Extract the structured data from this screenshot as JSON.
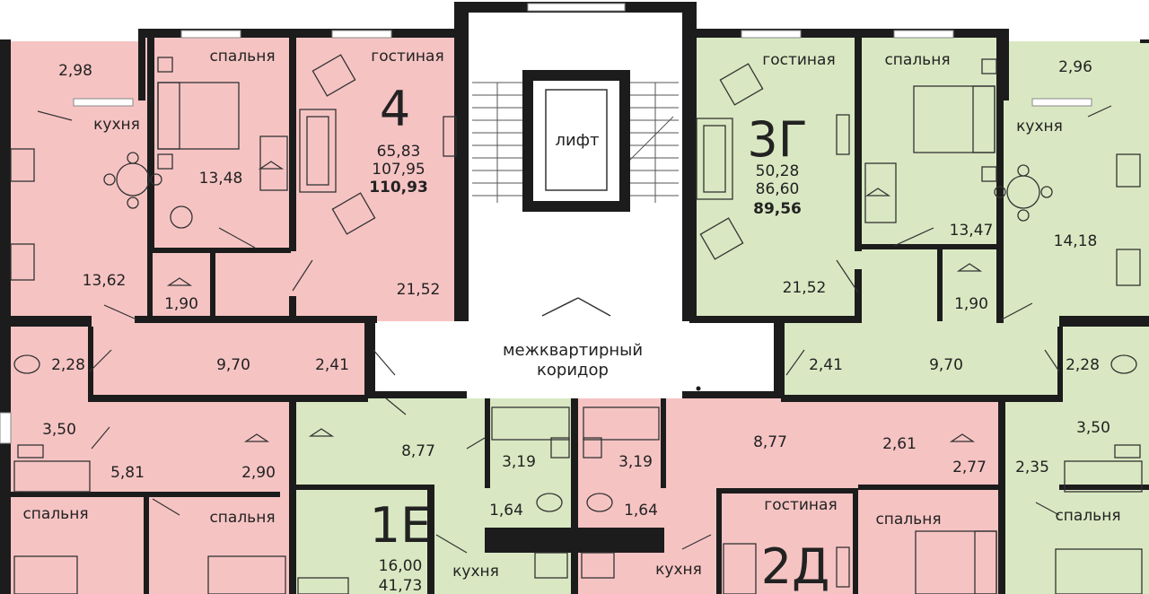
{
  "colors": {
    "apartment_pink": "#f6c3c3",
    "apartment_green": "#d9e8c2",
    "wall": "#1c1c1c",
    "common_area": "#ffffff"
  },
  "common": {
    "elevator": "лифт",
    "corridor_line1": "межквартирный",
    "corridor_line2": "коридор"
  },
  "apartments": {
    "apt_4": {
      "code": "4",
      "living_area": "65,83",
      "area_no_balcony": "107,95",
      "total_area": "110,93"
    },
    "apt_3g": {
      "code": "3Г",
      "living_area": "50,28",
      "area_no_balcony": "86,60",
      "total_area": "89,56"
    },
    "apt_1e": {
      "code": "1Е",
      "living_area": "16,00",
      "area_no_balcony": "41,73"
    },
    "apt_2d": {
      "code": "2Д"
    }
  },
  "rooms": {
    "l_balcony_top": "2,98",
    "l_kitchen_label": "кухня",
    "l_kitchen_area": "13,62",
    "l_bedroom_label": "спальня",
    "l_bedroom_area": "13,48",
    "l_living_label": "гостиная",
    "l_living_area": "21,52",
    "l_closet_area": "1,90",
    "l_wc_area": "2,28",
    "l_hall_area": "9,70",
    "l_entry_area": "2,41",
    "l_bath_area": "3,50",
    "l_hall2_area": "5,81",
    "l_closet2_area": "2,90",
    "l_bedroom_bl_label": "спальня",
    "l_bedroom_bm_label": "спальня",
    "r_living_label": "гостиная",
    "r_living_area": "21,52",
    "r_bedroom_label": "спальня",
    "r_bedroom_area": "13,47",
    "r_balcony_top": "2,96",
    "r_kitchen_label": "кухня",
    "r_kitchen_area": "14,18",
    "r_closet_area": "1,90",
    "r_entry_area": "2,41",
    "r_hall_area": "9,70",
    "r_wc_area": "2,28",
    "r_bath_area": "3,50",
    "r_hall2_area": "2,35",
    "r_bedroom_br_label": "спальня",
    "m1_hall_area": "8,77",
    "m1_bath_area": "3,19",
    "m1_wc_area": "1,64",
    "m1_kitchen_label": "кухня",
    "m2_bath_area": "3,19",
    "m2_wc_area": "1,64",
    "m2_kitchen_label": "кухня",
    "m2_hall_area": "8,77",
    "m2_closet_a_area": "2,61",
    "m2_closet_b_area": "2,77",
    "m2_living_label": "гостиная",
    "m2_bedroom_label": "спальня"
  }
}
